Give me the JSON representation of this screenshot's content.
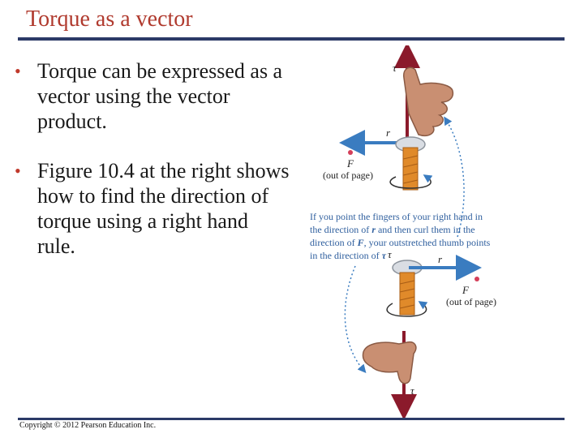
{
  "slide": {
    "title": "Torque as a vector",
    "bullets": [
      "Torque can be expressed as a vector using the vector product.",
      "Figure 10.4 at the right shows how to find the direction of torque using a right hand rule."
    ],
    "copyright": "Copyright © 2012 Pearson Education Inc."
  },
  "figure": {
    "top_tau_label": "τ",
    "top_r_label": "r",
    "top_F_label": "F",
    "top_out_of_page": "(out of page)",
    "caption_line1": "If you point the fingers of your right hand in",
    "caption_line2a": "the direction of ",
    "caption_line2b": "r",
    "caption_line2c": " and then curl them in the",
    "caption_line3a": "direction of ",
    "caption_line3b": "F",
    "caption_line3c": ", your outstretched thumb points",
    "caption_line4a": "in the direction of ",
    "caption_line4b": "τ",
    "bottom_r_label": "r",
    "bottom_F_label": "F",
    "bottom_out_of_page": "(out of page)",
    "bottom_tau_label": "τ"
  },
  "colors": {
    "title": "#b03a2e",
    "rule": "#2b3a67",
    "caption": "#2f5f9e",
    "torque_vector": "#8b1a2b",
    "r_vector": "#3a7cc0",
    "bolt": "#e08a2a",
    "hand": "#c98f72"
  }
}
